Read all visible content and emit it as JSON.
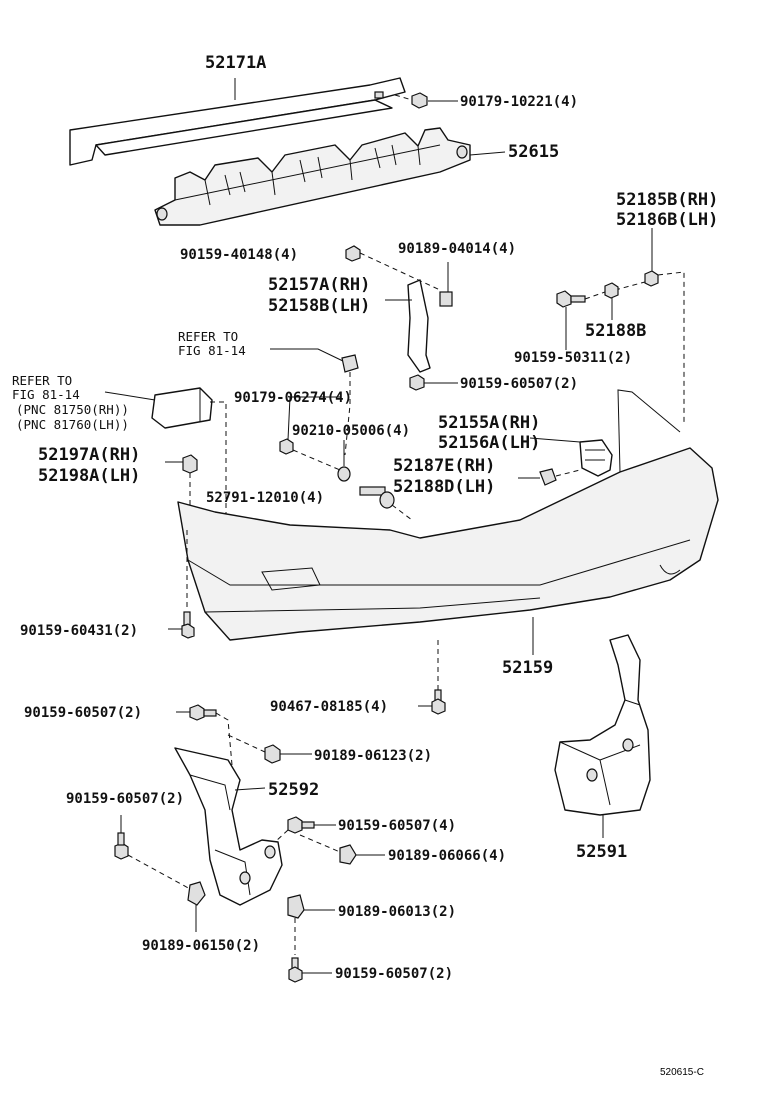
{
  "diagram": {
    "labels": {
      "reinforcement": "52171A",
      "nut_10221": "90179-10221(4)",
      "absorber": "52615",
      "retainer_upper_rh": "52185B(RH)",
      "retainer_upper_lh": "52186B(LH)",
      "bolt_40148": "90159-40148(4)",
      "nut_04014": "90189-04014(4)",
      "bracket_rh": "52157A(RH)",
      "bracket_lh": "52158B(LH)",
      "clip_52188b": "52188B",
      "bolt_50311": "90159-50311(2)",
      "refer_fig_1": "REFER TO",
      "refer_fig_1b": "FIG 81-14",
      "refer_fig_2": "REFER TO",
      "refer_fig_2b": "FIG 81-14",
      "pnc_rh": "(PNC 81750(RH))",
      "pnc_lh": "(PNC 81760(LH))",
      "nut_06274": "90179-06274(4)",
      "bolt_60507_top": "90159-60507(2)",
      "retainer_side_rh": "52155A(RH)",
      "retainer_side_lh": "52156A(LH)",
      "washer_05006": "90210-05006(4)",
      "seal_rh": "52197A(RH)",
      "seal_lh": "52198A(LH)",
      "clip_rh": "52187E(RH)",
      "clip_lh": "52188D(LH)",
      "rivet_12010": "52791-12010(4)",
      "bolt_60431": "90159-60431(2)",
      "cover": "52159",
      "clip_08185": "90467-08185(4)",
      "bolt_60507_a": "90159-60507(2)",
      "nut_06123": "90189-06123(2)",
      "bolt_60507_b": "90159-60507(2)",
      "bracket_left": "52592",
      "bolt_60507_c": "90159-60507(4)",
      "nut_06066": "90189-06066(4)",
      "bracket_right": "52591",
      "nut_06013": "90189-06013(2)",
      "nut_06150": "90189-06150(2)",
      "bolt_60507_d": "90159-60507(2)",
      "figure_id": "520615-C"
    }
  }
}
